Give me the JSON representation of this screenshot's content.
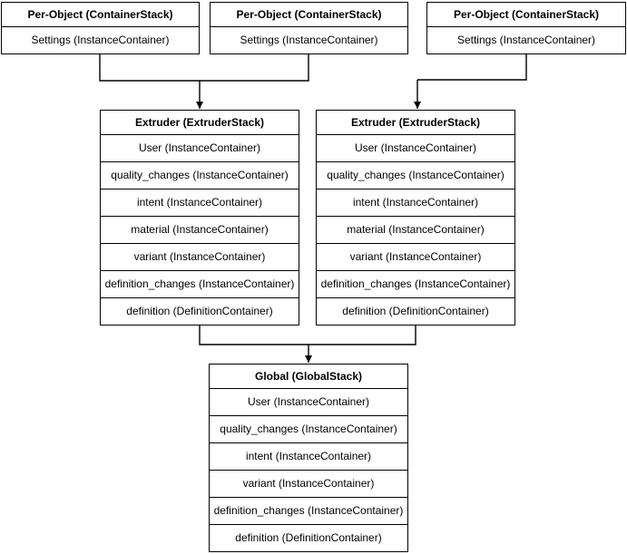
{
  "diagram": {
    "per_object_1": {
      "title": "Per-Object (ContainerStack)",
      "rows": [
        "Settings (InstanceContainer)"
      ]
    },
    "per_object_2": {
      "title": "Per-Object (ContainerStack)",
      "rows": [
        "Settings (InstanceContainer)"
      ]
    },
    "per_object_3": {
      "title": "Per-Object (ContainerStack)",
      "rows": [
        "Settings (InstanceContainer)"
      ]
    },
    "extruder_left": {
      "title": "Extruder (ExtruderStack)",
      "rows": [
        "User (InstanceContainer)",
        "quality_changes (InstanceContainer)",
        "intent (InstanceContainer)",
        "material (InstanceContainer)",
        "variant (InstanceContainer)",
        "definition_changes (InstanceContainer)",
        "definition (DefinitionContainer)"
      ]
    },
    "extruder_right": {
      "title": "Extruder (ExtruderStack)",
      "rows": [
        "User (InstanceContainer)",
        "quality_changes (InstanceContainer)",
        "intent (InstanceContainer)",
        "material (InstanceContainer)",
        "variant (InstanceContainer)",
        "definition_changes (InstanceContainer)",
        "definition (DefinitionContainer)"
      ]
    },
    "global_stack": {
      "title": "Global (GlobalStack)",
      "rows": [
        "User (InstanceContainer)",
        "quality_changes (InstanceContainer)",
        "intent (InstanceContainer)",
        "variant (InstanceContainer)",
        "definition_changes (InstanceContainer)",
        "definition (DefinitionContainer)"
      ]
    },
    "colors": {
      "line": "#000000",
      "fill": "#ffffff",
      "text": "#000000"
    }
  }
}
